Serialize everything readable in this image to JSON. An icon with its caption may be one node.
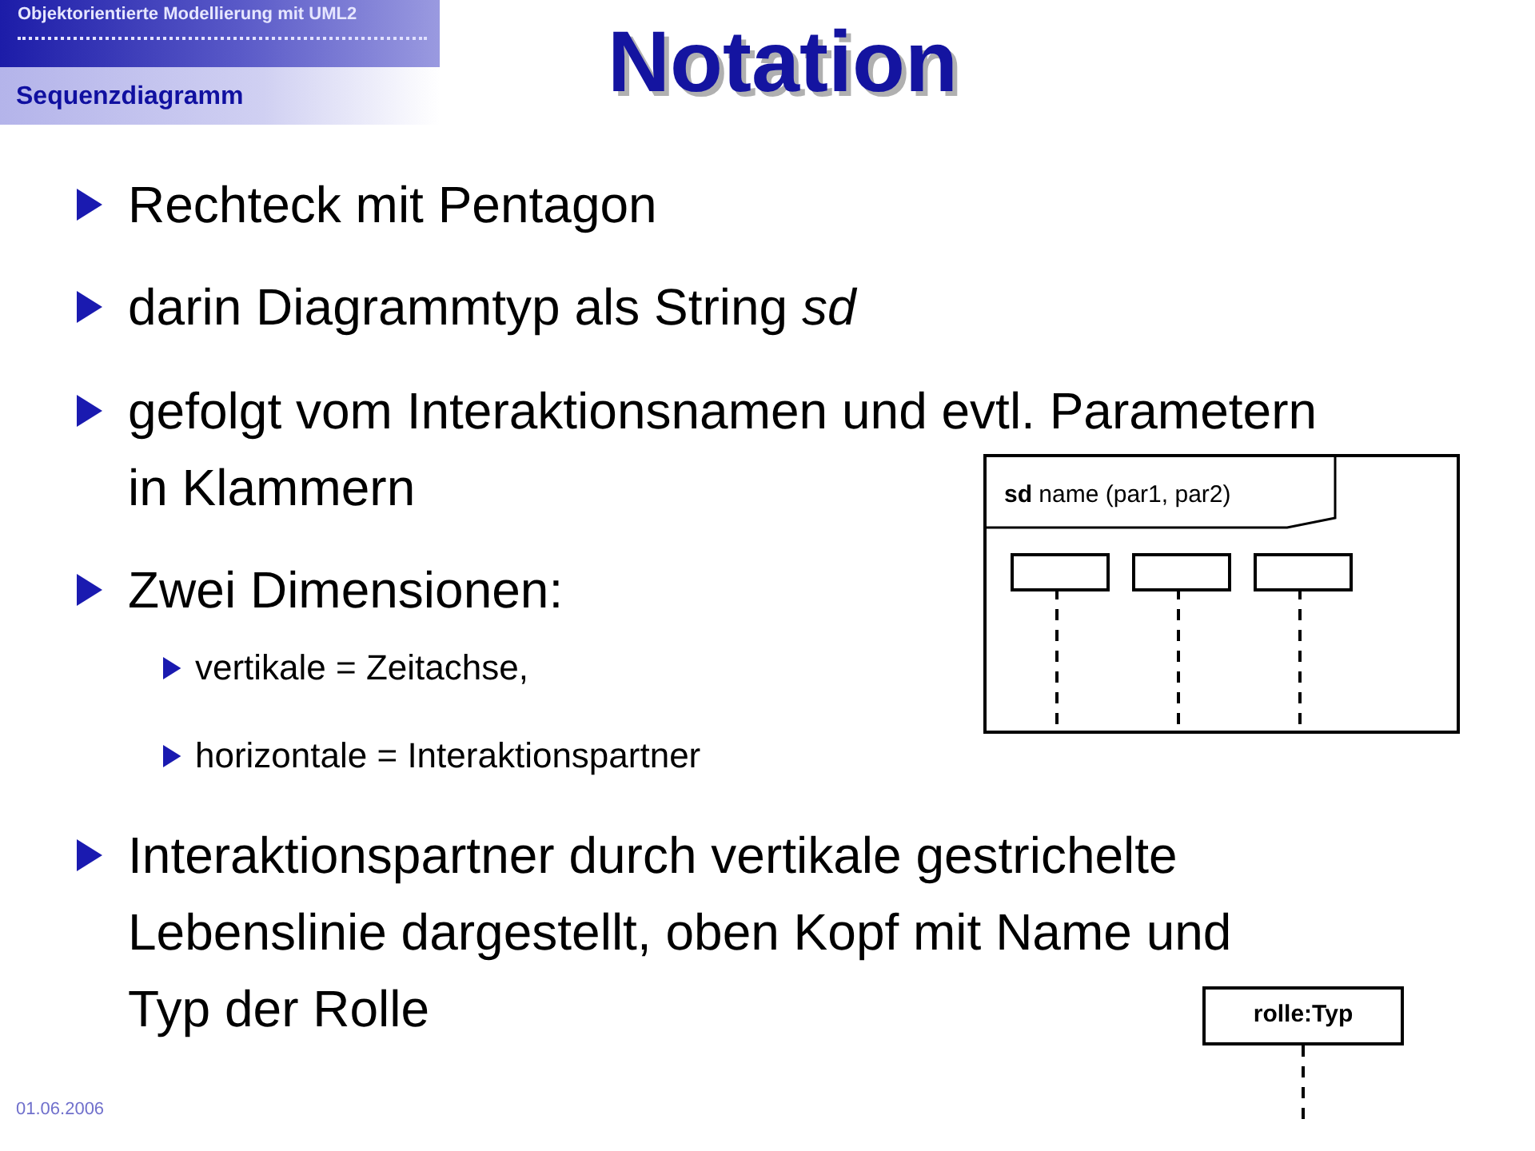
{
  "diagram": {
    "title": "Notation",
    "nodes": [
      {
        "text": [
          "**sd** name (par1, par2)"
        ]
      },
      {
        "text": [],
        "shape": "box",
        "in": 0
      },
      {
        "text": [],
        "shape": "box",
        "in": 0
      },
      {
        "text": [],
        "shape": "box",
        "in": 0
      },
      {
        "text": [
          "rolle:Typ"
        ]
      }
    ],
    "edges": [
      {
        "from": 1,
        "to": null,
        "arrow": "none",
        "style": "dashed"
      },
      {
        "from": 2,
        "to": null,
        "arrow": "none",
        "style": "dashed"
      },
      {
        "from": 3,
        "to": null,
        "arrow": "none",
        "style": "dashed"
      },
      {
        "from": 4,
        "to": null,
        "arrow": "none",
        "style": "dashed"
      }
    ],
    "labels": [
      "Objektorientierte Modellierung mit UML2",
      "Sequenzdiagramm",
      "Rechteck mit Pentagon",
      "darin Diagrammtyp als String *sd*",
      "gefolgt vom Interaktionsnamen und evtl. Parametern in Klammern",
      "Zwei Dimensionen:",
      "vertikale = Zeitachse,",
      "horizontale = Interaktionspartner",
      "Interaktionspartner durch vertikale gestrichelte Lebenslinie dargestellt, oben Kopf mit Name und Typ der Rolle",
      "01.06.2006"
    ]
  }
}
